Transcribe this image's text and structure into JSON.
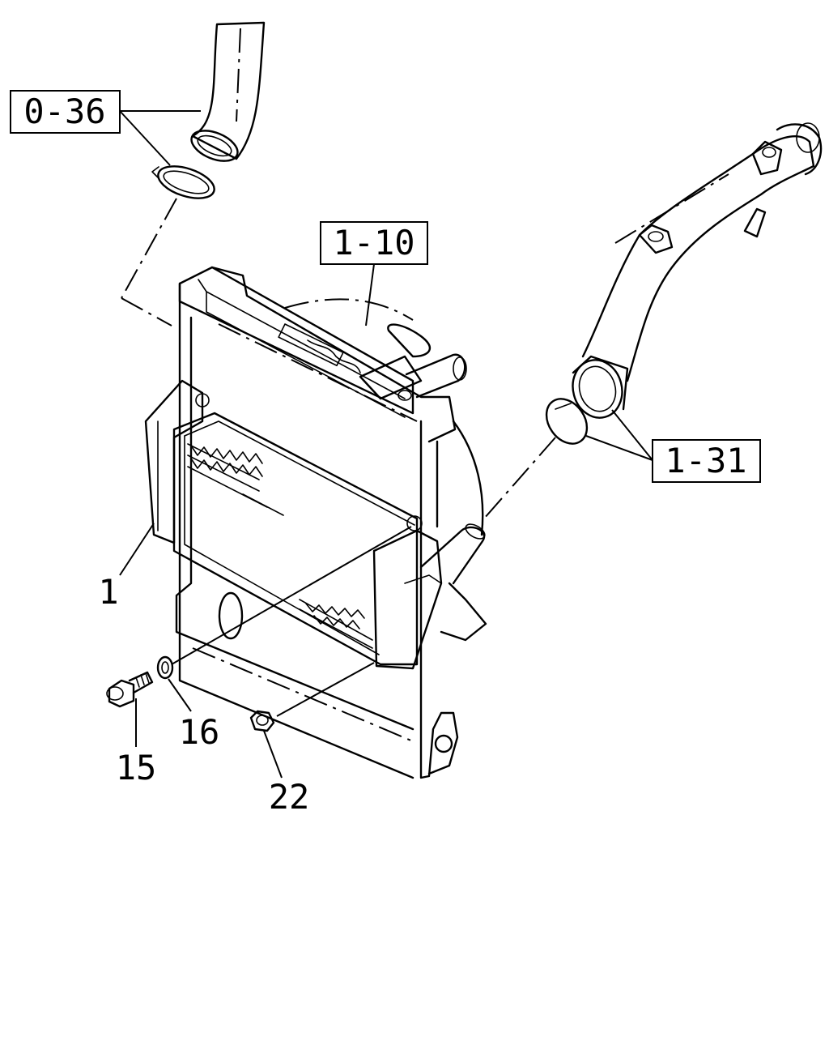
{
  "callouts": {
    "ref_0_36": "0-36",
    "ref_1_10": "1-10",
    "ref_1_31": "1-31",
    "part_1": "1",
    "part_15": "15",
    "part_16": "16",
    "part_22": "22"
  }
}
